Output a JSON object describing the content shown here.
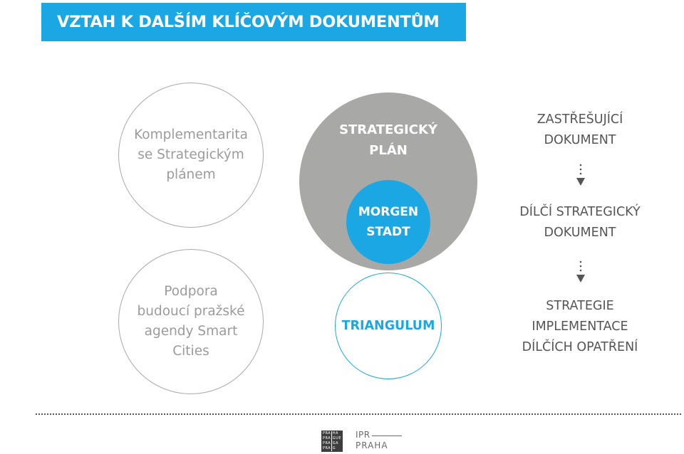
{
  "header": {
    "title": "VZTAH K DALŠÍM KLÍČOVÝM DOKUMENTŮM"
  },
  "left_circles": [
    {
      "label": "Komplementarita\nse Strategickým\nplánem"
    },
    {
      "label": "Podpora\nbudoucí pražské\nagendy Smart\nCities"
    }
  ],
  "center": {
    "strategic_plan": "STRATEGICKÝ\nPLÁN",
    "morgen_stadt": "MORGEN\nSTADT",
    "triangulum": "TRIANGULUM"
  },
  "hierarchy": {
    "level1": "ZASTŘEŠUJÍCÍ\nDOKUMENT",
    "level2": "DÍLČÍ STRATEGICKÝ\nDOKUMENT",
    "level3": "STRATEGIE\nIMPLEMENTACE\nDÍLČÍCH OPATŘENÍ"
  },
  "footer": {
    "logo_praha": [
      "PRA",
      "HA",
      "PRA",
      "GUE",
      "PRA",
      "GA",
      "PRA",
      "G"
    ],
    "ipr_top": "IPR",
    "ipr_bottom": "PRAHA"
  },
  "colors": {
    "accent": "#1aa7e3",
    "gray_fill": "#a8a8a7",
    "outline": "#a9a9a9",
    "text_dark": "#555555"
  }
}
